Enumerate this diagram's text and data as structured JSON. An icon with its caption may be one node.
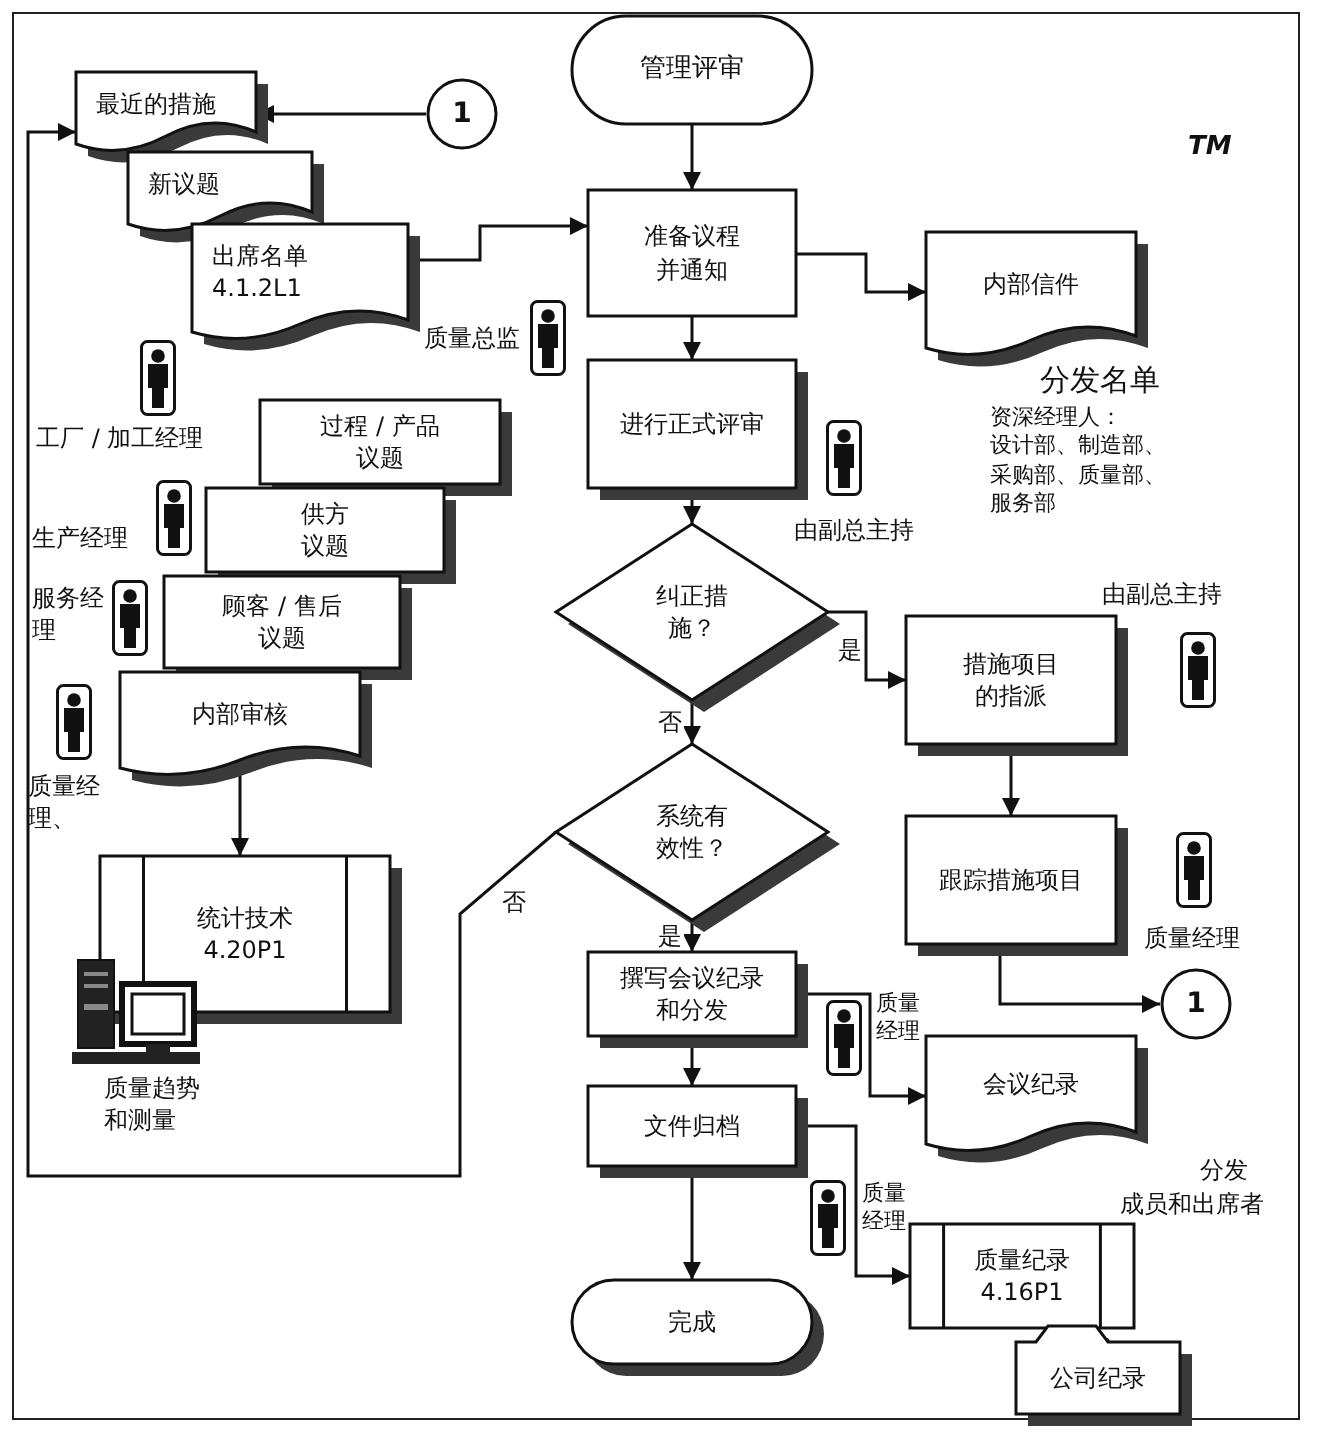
{
  "diagram": {
    "nodes": [
      {
        "text": [
          "管理评审"
        ]
      },
      {
        "text": [
          "1"
        ]
      },
      {
        "text": [
          "最近的措施"
        ]
      },
      {
        "text": [
          "新议题"
        ]
      },
      {
        "text": [
          "出席名单 4.1.2L1"
        ]
      },
      {
        "text": [
          "准备议程并通知"
        ]
      },
      {
        "text": [
          "内部信件"
        ]
      },
      {
        "text": [
          "进行正式评审"
        ]
      },
      {
        "text": [
          "纠正措施？"
        ]
      },
      {
        "text": [
          "措施项目的指派"
        ]
      },
      {
        "text": [
          "系统有效性？"
        ]
      },
      {
        "text": [
          "跟踪措施项目"
        ]
      },
      {
        "text": [
          "1"
        ]
      },
      {
        "text": [
          "撰写会议纪录和分发"
        ]
      },
      {
        "text": [
          "会议纪录"
        ]
      },
      {
        "text": [
          "文件归档"
        ]
      },
      {
        "text": [
          "质量纪录 4.16P1"
        ]
      },
      {
        "text": [
          "公司纪录"
        ]
      },
      {
        "text": [
          "完成"
        ]
      },
      {
        "text": [
          "过程 / 产品议题"
        ]
      },
      {
        "text": [
          "供方议题"
        ]
      },
      {
        "text": [
          "顾客 / 售后议题"
        ]
      },
      {
        "text": [
          "内部审核"
        ]
      },
      {
        "text": [
          "统计技术 4.20P1"
        ]
      }
    ],
    "edges": [
      {
        "from": 0,
        "to": 5,
        "arrow": "to"
      },
      {
        "from": 4,
        "to": 5,
        "arrow": "to"
      },
      {
        "from": 5,
        "to": 6,
        "arrow": "to"
      },
      {
        "from": 5,
        "to": 7,
        "arrow": "to"
      },
      {
        "from": 7,
        "to": 8,
        "arrow": "to"
      },
      {
        "from": 8,
        "to": 9,
        "arrow": "to",
        "label": "是"
      },
      {
        "from": 8,
        "to": 10,
        "arrow": "to",
        "label": "否"
      },
      {
        "from": 9,
        "to": 11,
        "arrow": "to"
      },
      {
        "from": 11,
        "to": 12,
        "arrow": "to"
      },
      {
        "from": 1,
        "to": 2,
        "arrow": "to"
      },
      {
        "from": 10,
        "to": 13,
        "arrow": "to",
        "label": "是"
      },
      {
        "from": 10,
        "to": 2,
        "arrow": "to",
        "label": "否"
      },
      {
        "from": 13,
        "to": 14,
        "arrow": "to"
      },
      {
        "from": 13,
        "to": 15,
        "arrow": "to"
      },
      {
        "from": 15,
        "to": 16,
        "arrow": "to"
      },
      {
        "from": 15,
        "to": 18,
        "arrow": "to"
      },
      {
        "from": 22,
        "to": 23,
        "arrow": "to"
      }
    ],
    "labels": [
      "质量总监",
      "工厂 / 加工经理",
      "生产经理",
      "服务经理",
      "质量经理、",
      "质量趋势和测量",
      "TM",
      "分发名单",
      "资深经理人：设计部、制造部、采购部、质量部、服务部",
      "由副总主持",
      "由副总主持",
      "质量经理",
      "质量经理",
      "质量经理",
      "分发",
      "成员和出席者"
    ]
  }
}
